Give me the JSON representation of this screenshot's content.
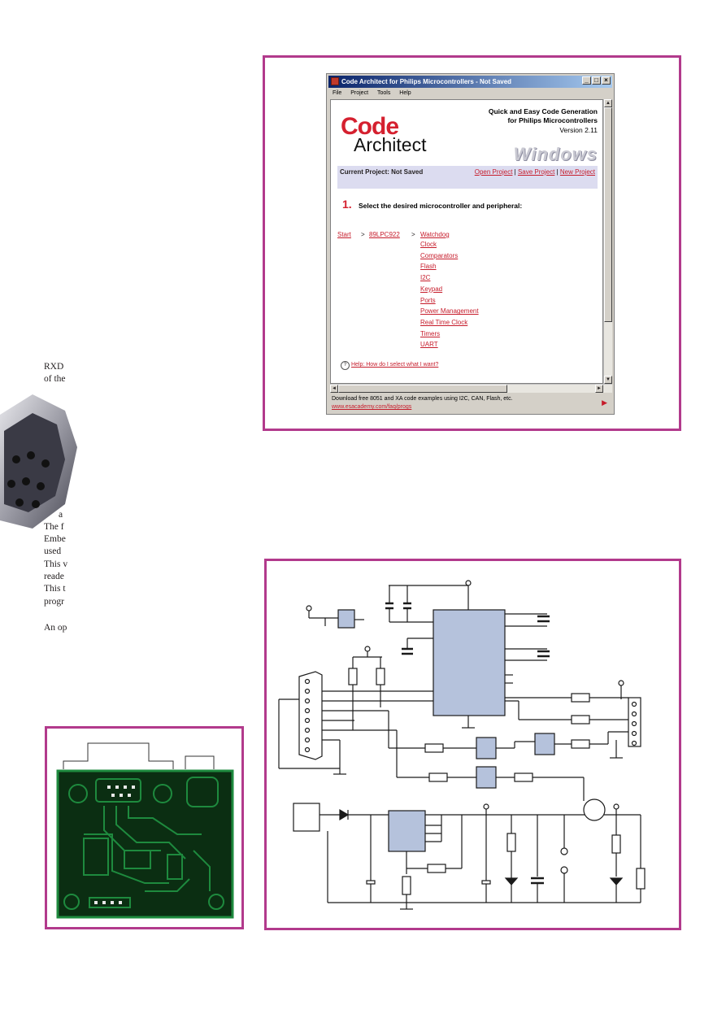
{
  "left_text": {
    "line1": "RXD",
    "line2": "of the",
    "line3": "{",
    "line4": "a",
    "line5": "The f",
    "line6": "Embe",
    "line7": "used",
    "line8": "This v",
    "line9": "reade",
    "line10": "This t",
    "line11": "progr",
    "line12": "An op"
  },
  "window": {
    "title": "Code Architect for Philips Microcontrollers - Not Saved",
    "controls": {
      "minimize": "_",
      "maximize": "□",
      "close": "×"
    },
    "menu": [
      "File",
      "Project",
      "Tools",
      "Help"
    ],
    "logo_code": "Code",
    "logo_architect": "Architect",
    "tagline_line1": "Quick and Easy Code Generation",
    "tagline_line2": "for Philips Microcontrollers",
    "version": "Version 2.11",
    "windows_label": "Windows",
    "current_project": "Current Project: Not Saved",
    "open_project": "Open Project",
    "save_project": "Save Project",
    "new_project": "New Project",
    "separator": "|",
    "step_number": "1.",
    "step_text": "Select the desired microcontroller and peripheral:",
    "breadcrumb": {
      "start": "Start",
      "arrow": ">",
      "device": "89LPC922",
      "current": "Watchdog"
    },
    "peripherals": [
      "Clock",
      "Comparators",
      "Flash",
      "I2C",
      "Keypad",
      "Ports",
      "Power Management",
      "Real Time Clock",
      "Timers",
      "UART"
    ],
    "help_link": "Help: How do I select what I want?",
    "status_text": "Download free 8051 and XA code examples using I2C, CAN, Flash, etc.",
    "status_link": "www.esacademy.com/faq/progs"
  },
  "colors": {
    "frame": "#b23a8c",
    "pcb_green": "#1e8a3e",
    "pcb_board": "#0b2e12",
    "schematic_block": "#b5c2dc",
    "logo_red": "#d5202f"
  }
}
